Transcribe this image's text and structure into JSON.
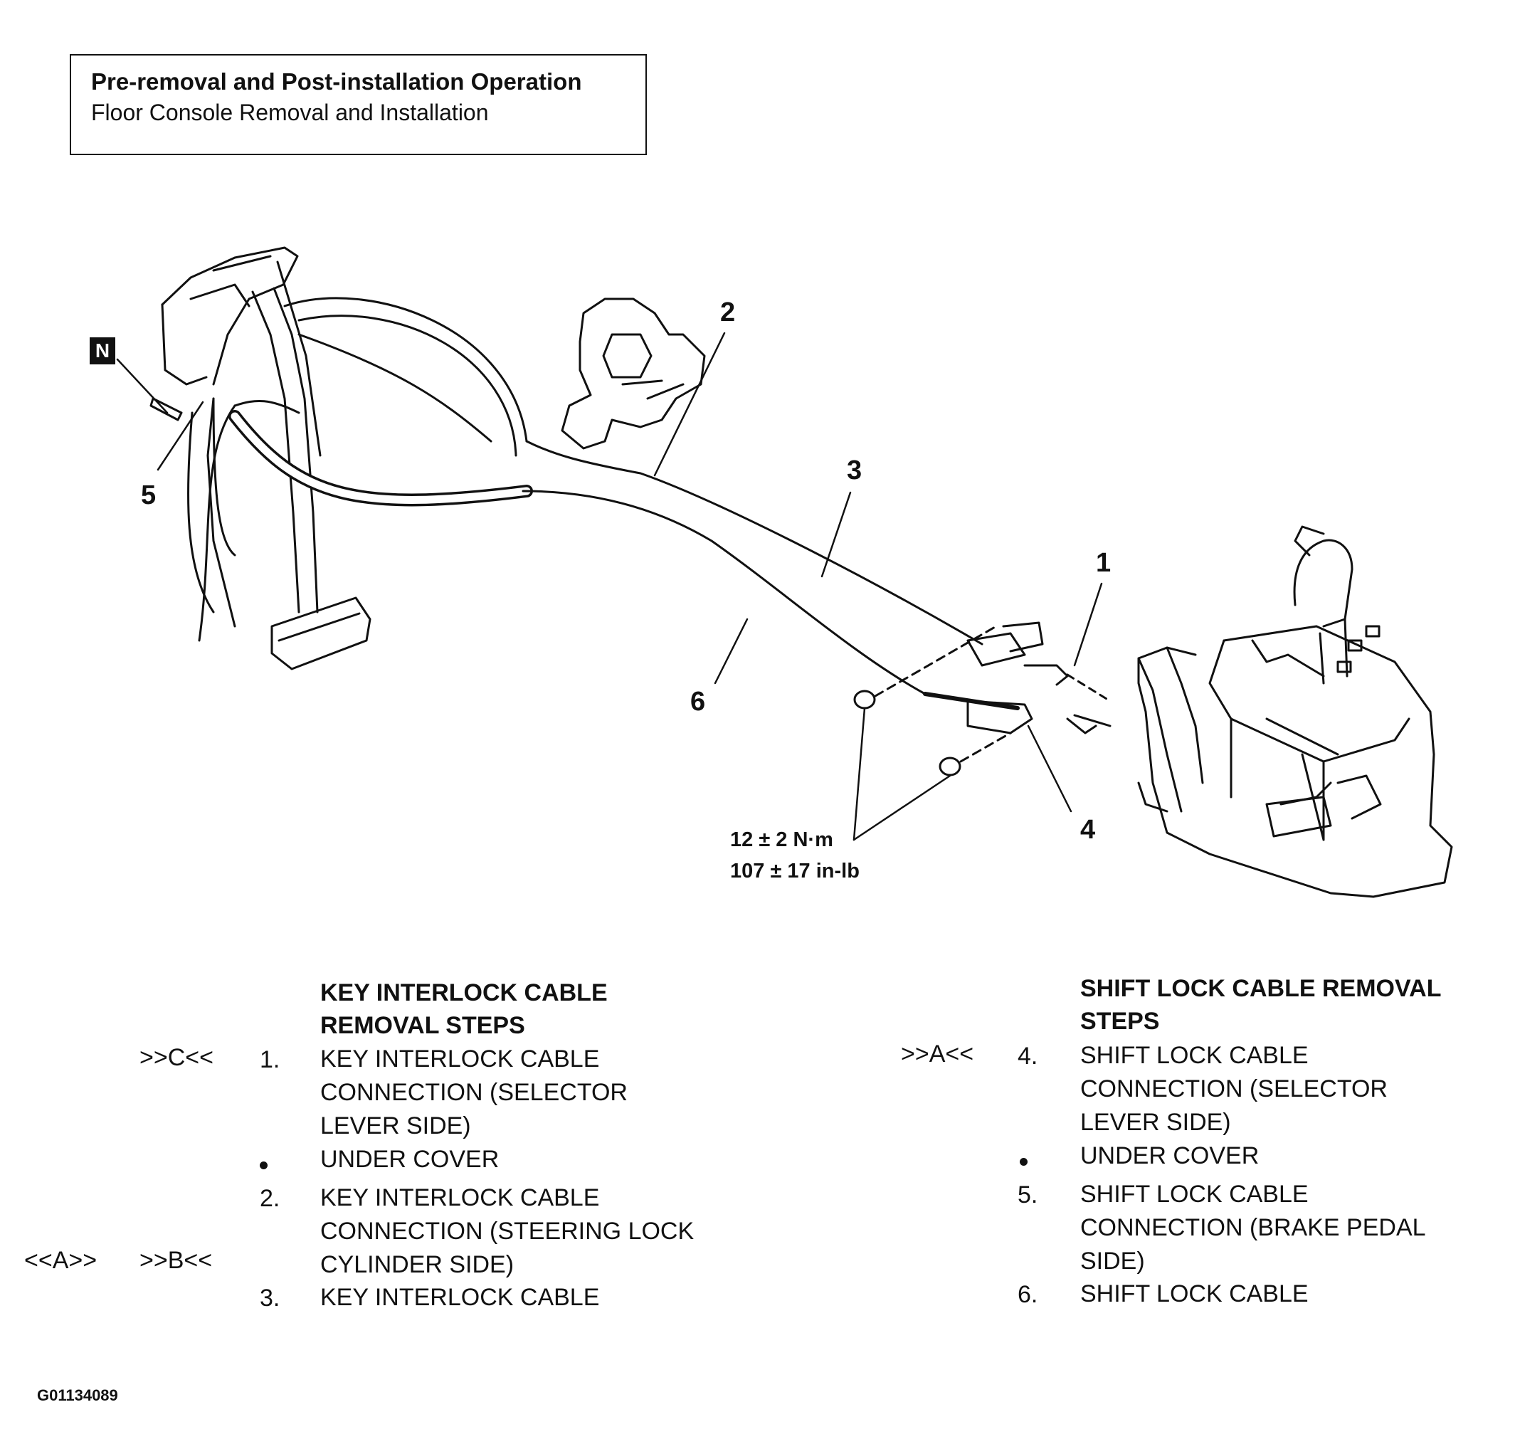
{
  "header": {
    "title": "Pre-removal and Post-installation Operation",
    "subtitle": "Floor Console Removal and Installation"
  },
  "diagram": {
    "callouts": [
      "1",
      "2",
      "3",
      "4",
      "5",
      "6"
    ],
    "n_badge": "N",
    "torque": [
      "12 ± 2 N·m",
      "107 ± 17 in-lb"
    ]
  },
  "key_interlock": {
    "heading": [
      "KEY INTERLOCK CABLE",
      "REMOVAL STEPS"
    ],
    "refs": [
      ">>C<<",
      "<<A>>",
      ">>B<<"
    ],
    "steps": [
      {
        "num": "1.",
        "lines": [
          "KEY INTERLOCK CABLE",
          "CONNECTION (SELECTOR",
          "LEVER SIDE)"
        ]
      },
      {
        "num": "",
        "lines": [
          "UNDER COVER"
        ]
      },
      {
        "num": "2.",
        "lines": [
          "KEY INTERLOCK CABLE",
          "CONNECTION (STEERING LOCK",
          "CYLINDER SIDE)"
        ]
      },
      {
        "num": "3.",
        "lines": [
          "KEY INTERLOCK CABLE"
        ]
      }
    ]
  },
  "shift_lock": {
    "heading": [
      "SHIFT LOCK CABLE REMOVAL",
      "STEPS"
    ],
    "refs": [
      ">>A<<"
    ],
    "steps": [
      {
        "num": "4.",
        "lines": [
          "SHIFT LOCK CABLE",
          "CONNECTION (SELECTOR",
          "LEVER SIDE)"
        ]
      },
      {
        "num": "",
        "lines": [
          "UNDER COVER"
        ]
      },
      {
        "num": "5.",
        "lines": [
          "SHIFT LOCK CABLE",
          "CONNECTION (BRAKE PEDAL",
          "SIDE)"
        ]
      },
      {
        "num": "6.",
        "lines": [
          "SHIFT LOCK CABLE"
        ]
      }
    ]
  },
  "figure_id": "G01134089"
}
